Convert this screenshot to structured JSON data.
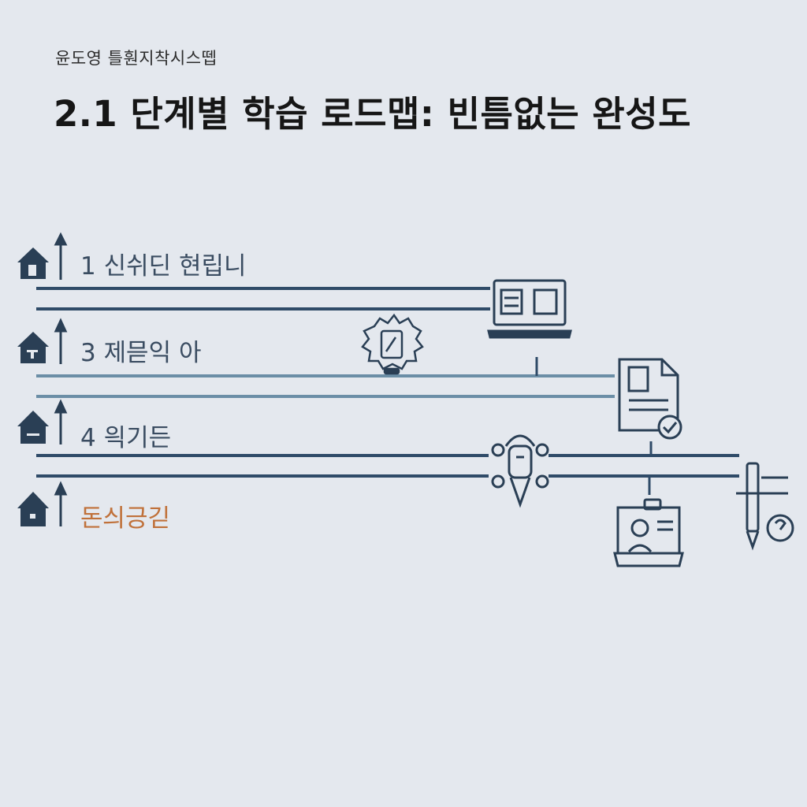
{
  "header": {
    "subtitle": "윤도영 틀훤지착시스뗍",
    "title": "2.1 단계별 학습 로드맵: 빈틈없는 완성도"
  },
  "steps": [
    {
      "label": "1  신쉬딘 현립니"
    },
    {
      "label": "3 제믇익 아"
    },
    {
      "label": "4  읙기든"
    },
    {
      "label": "돈싀긍긷"
    }
  ],
  "colors": {
    "background": "#e4e8ee",
    "line_dark": "#2f4b68",
    "line_light": "#6b8ea6",
    "icon": "#2a3f55",
    "accent": "#c0713a"
  }
}
